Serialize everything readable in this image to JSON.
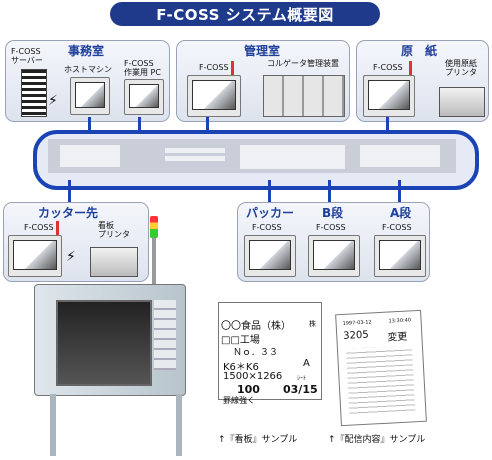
{
  "title": "F-COSS システム概要図",
  "office": {
    "title": "事務室",
    "server_label": "F-COSS\nサーバー",
    "host_label": "ホストマシン",
    "pc_label": "F-COSS\n作業用 PC"
  },
  "management": {
    "title": "管理室",
    "fcoss_label": "F-COSS",
    "corrugator_label": "コルゲータ管理装置"
  },
  "raw_paper": {
    "title": "原　紙",
    "fcoss_label": "F-COSS",
    "printer_label": "使用原紙\nプリンタ"
  },
  "cutter": {
    "title": "カッター先",
    "fcoss_label": "F-COSS",
    "printer_label": "看板\nプリンタ"
  },
  "stackers": {
    "titles": [
      "パッカー",
      "B段",
      "A段"
    ],
    "fcoss_label": "F-COSS"
  },
  "kanban": {
    "company": "〇〇食品（株）",
    "mark": "株",
    "factory": "□□工場",
    "number": "Ｎｏ．３３",
    "spec": "K6＊K6",
    "grade": "A",
    "size": "1500×1266",
    "unit": "ｼｰﾄ",
    "qty": "100",
    "date": "03/15",
    "note": "罫線強く",
    "caption": "↑『看板』サンプル"
  },
  "slip": {
    "header_left": "1997-03-12",
    "header_right": "13:30:40",
    "number": "3205",
    "status": "変更",
    "caption": "↑『配信内容』サンプル"
  }
}
